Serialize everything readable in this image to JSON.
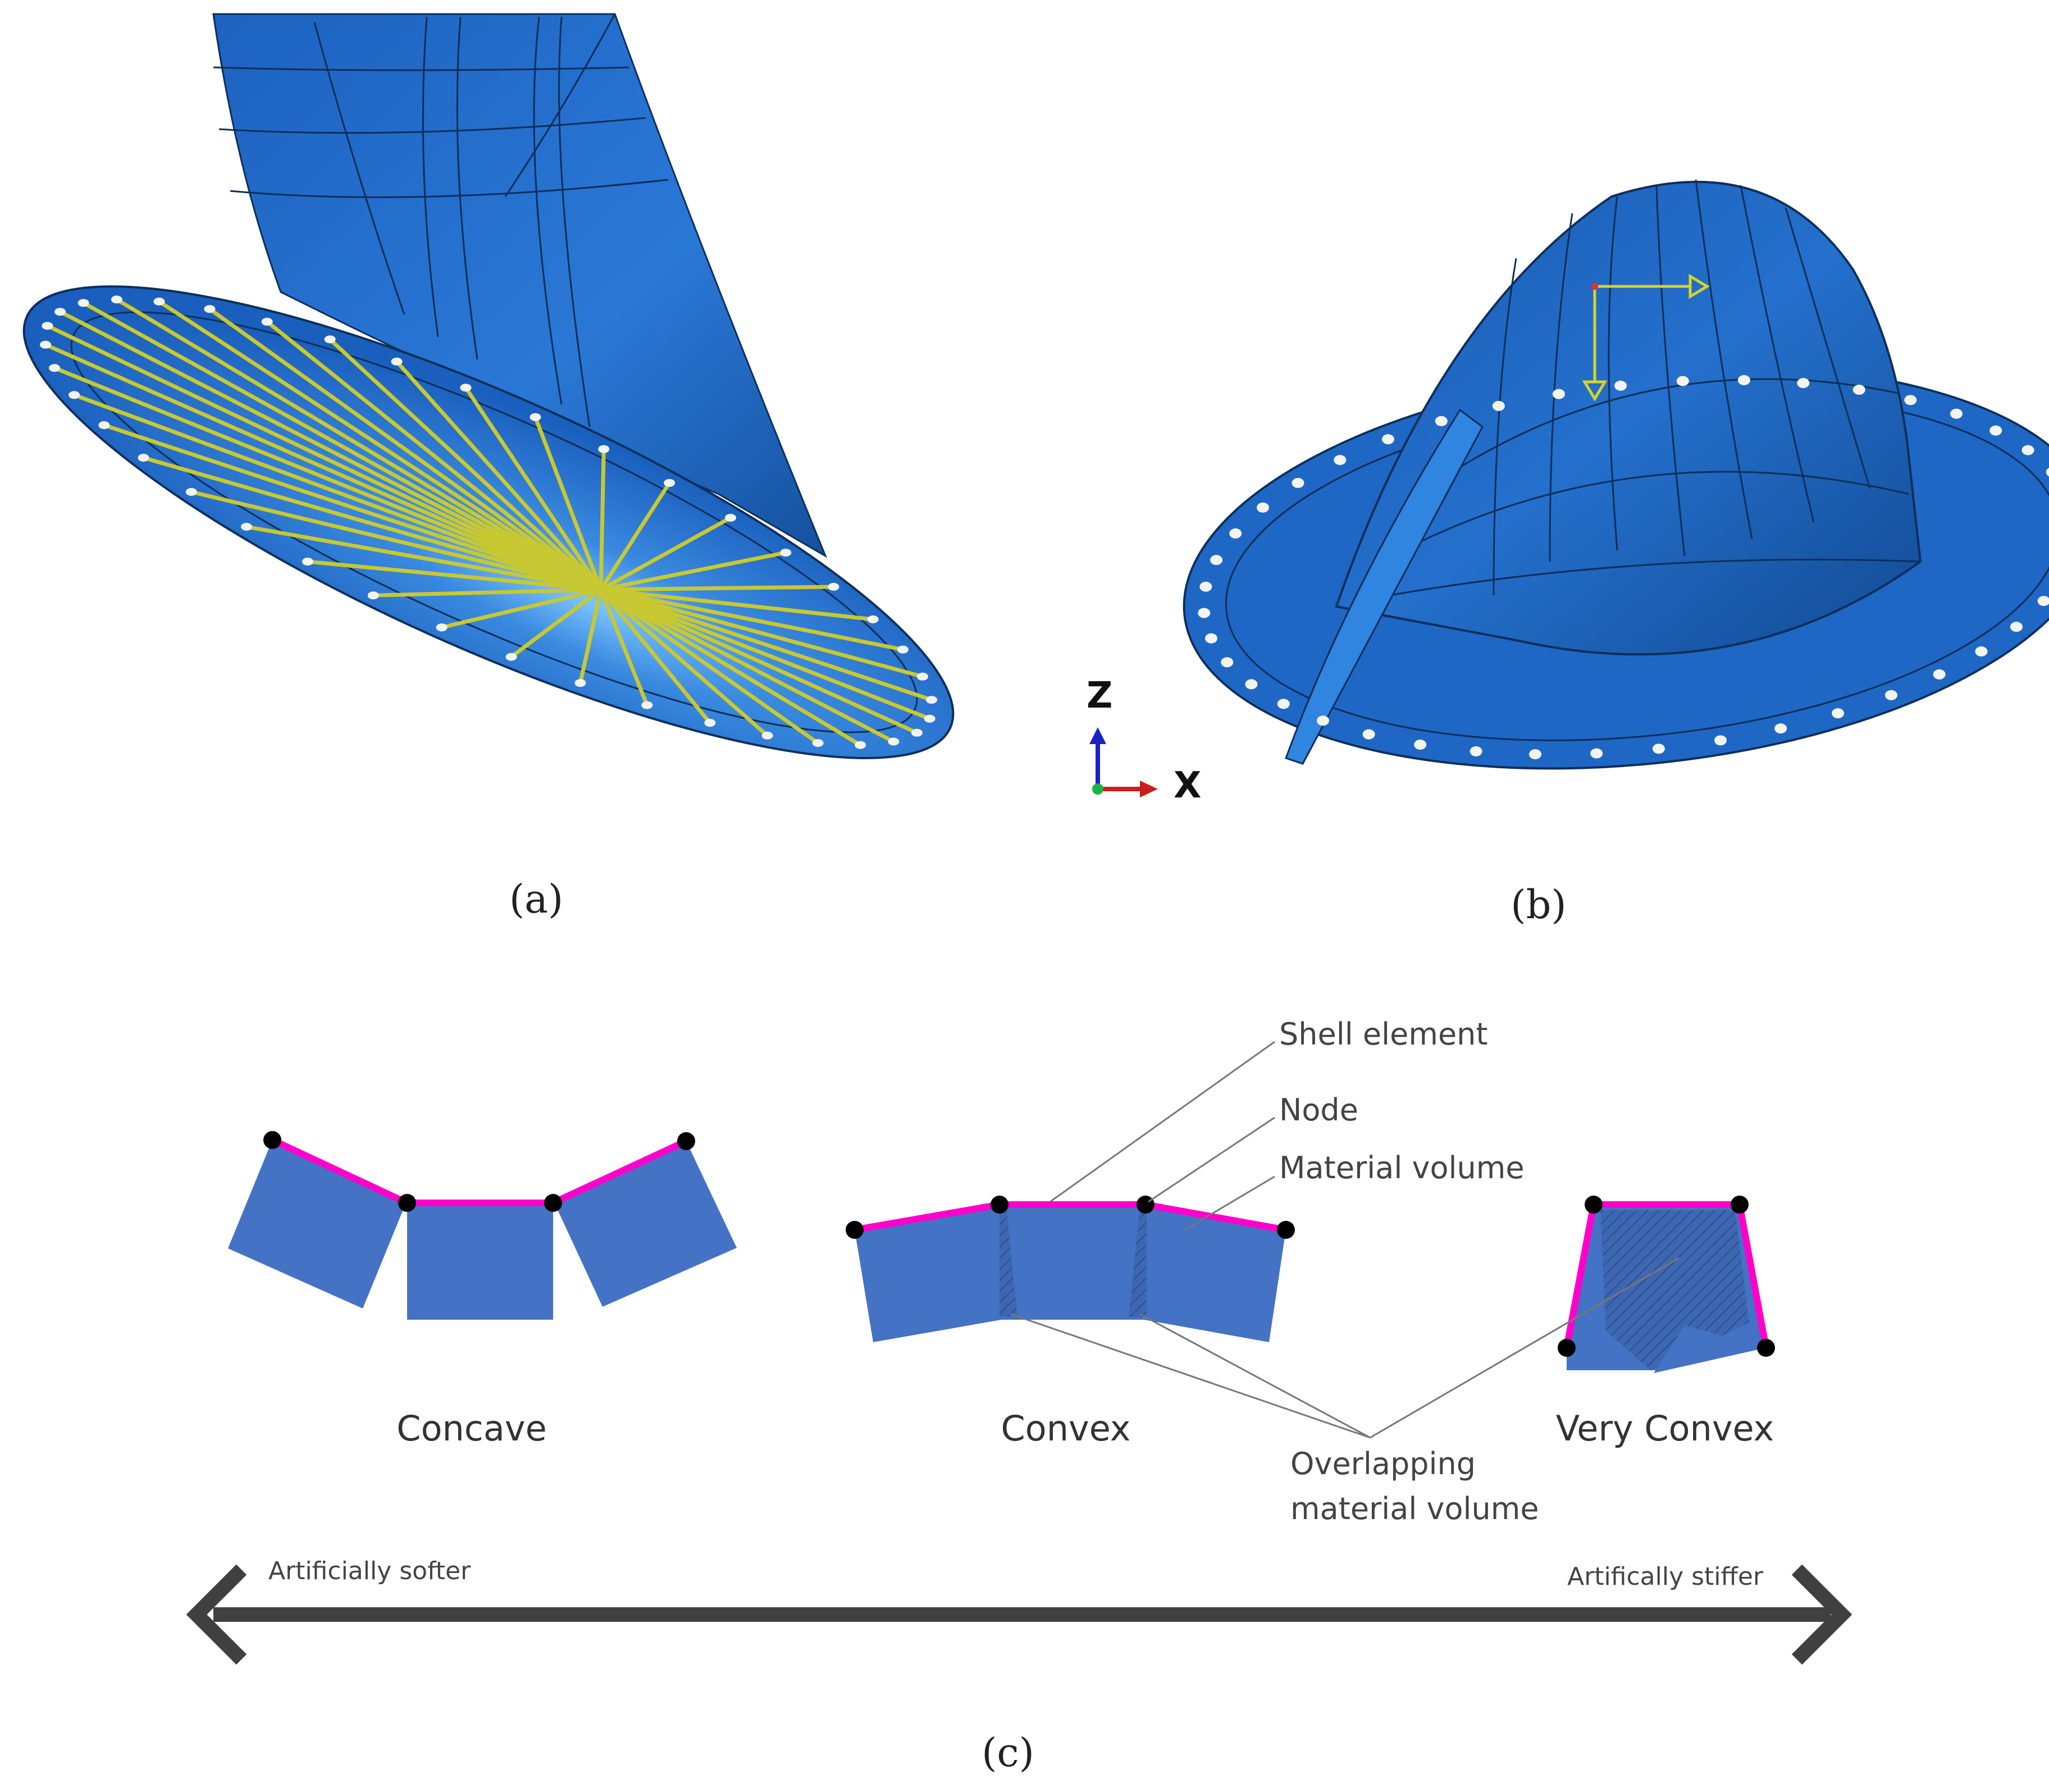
{
  "panels": {
    "a": {
      "caption": "(a)"
    },
    "b": {
      "caption": "(b)"
    },
    "c": {
      "caption": "(c)"
    }
  },
  "triad": {
    "z_label": "Z",
    "x_label": "X"
  },
  "modes": {
    "concave": "Concave",
    "convex": "Convex",
    "very_convex": "Very Convex"
  },
  "callouts": {
    "shell_element": "Shell element",
    "node": "Node",
    "material_volume": "Material volume",
    "overlap_line1": "Overlapping",
    "overlap_line2": "material volume"
  },
  "scale": {
    "left_label": "Artificially softer",
    "right_label": "Artifically stiffer"
  },
  "colors": {
    "part_blue": "#1f67c4",
    "part_dark": "#154f9e",
    "hole": "#f4f4ef",
    "coupling": "#c8c832",
    "element_fill": "#4472c4",
    "shell_magenta": "#ff00cc",
    "node_black": "#000000",
    "arrow_gray": "#404040",
    "leader_gray": "#777777"
  }
}
